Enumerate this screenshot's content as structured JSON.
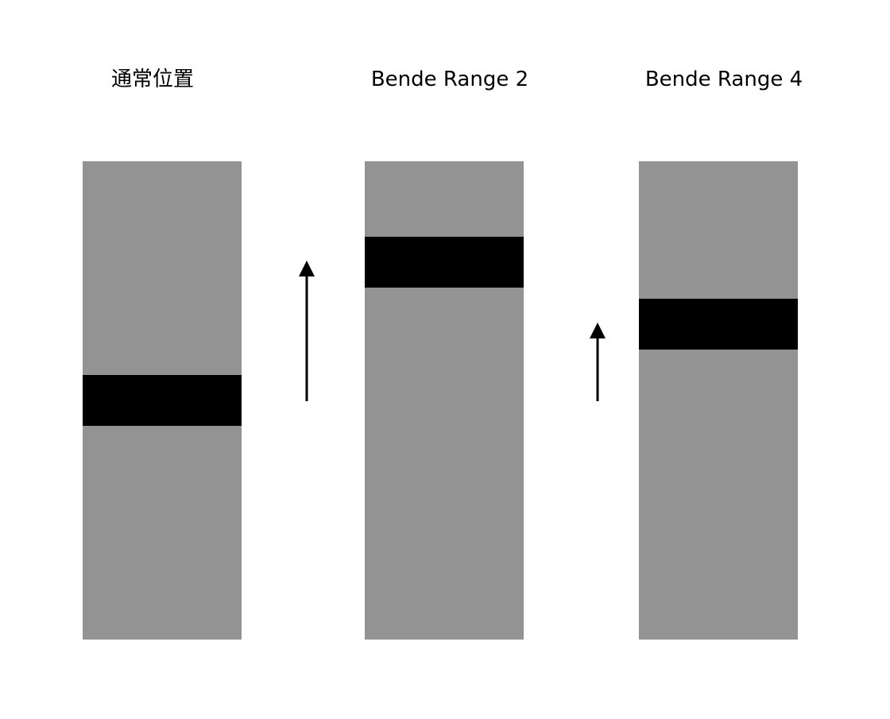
{
  "labels": [
    {
      "text": "通常位置"
    },
    {
      "text": "Bende Range 2"
    },
    {
      "text": "Bende Range 4"
    }
  ],
  "colors": {
    "background": "#ffffff",
    "column": "#939393",
    "band": "#000000",
    "arrow": "#000000"
  }
}
